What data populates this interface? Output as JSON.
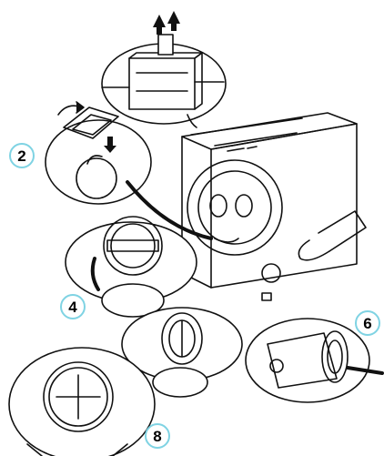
{
  "steps": [
    {
      "number": "2"
    },
    {
      "number": "4"
    },
    {
      "number": "6"
    },
    {
      "number": "8"
    }
  ],
  "colors": {
    "line": "#111111",
    "badge_ring": "#7fd3e3",
    "badge_fill": "#ffffff"
  },
  "icons": [
    "up-arrows-icon",
    "down-arrow-icon",
    "pull-arrow-icon",
    "bent-arrow-icon"
  ]
}
